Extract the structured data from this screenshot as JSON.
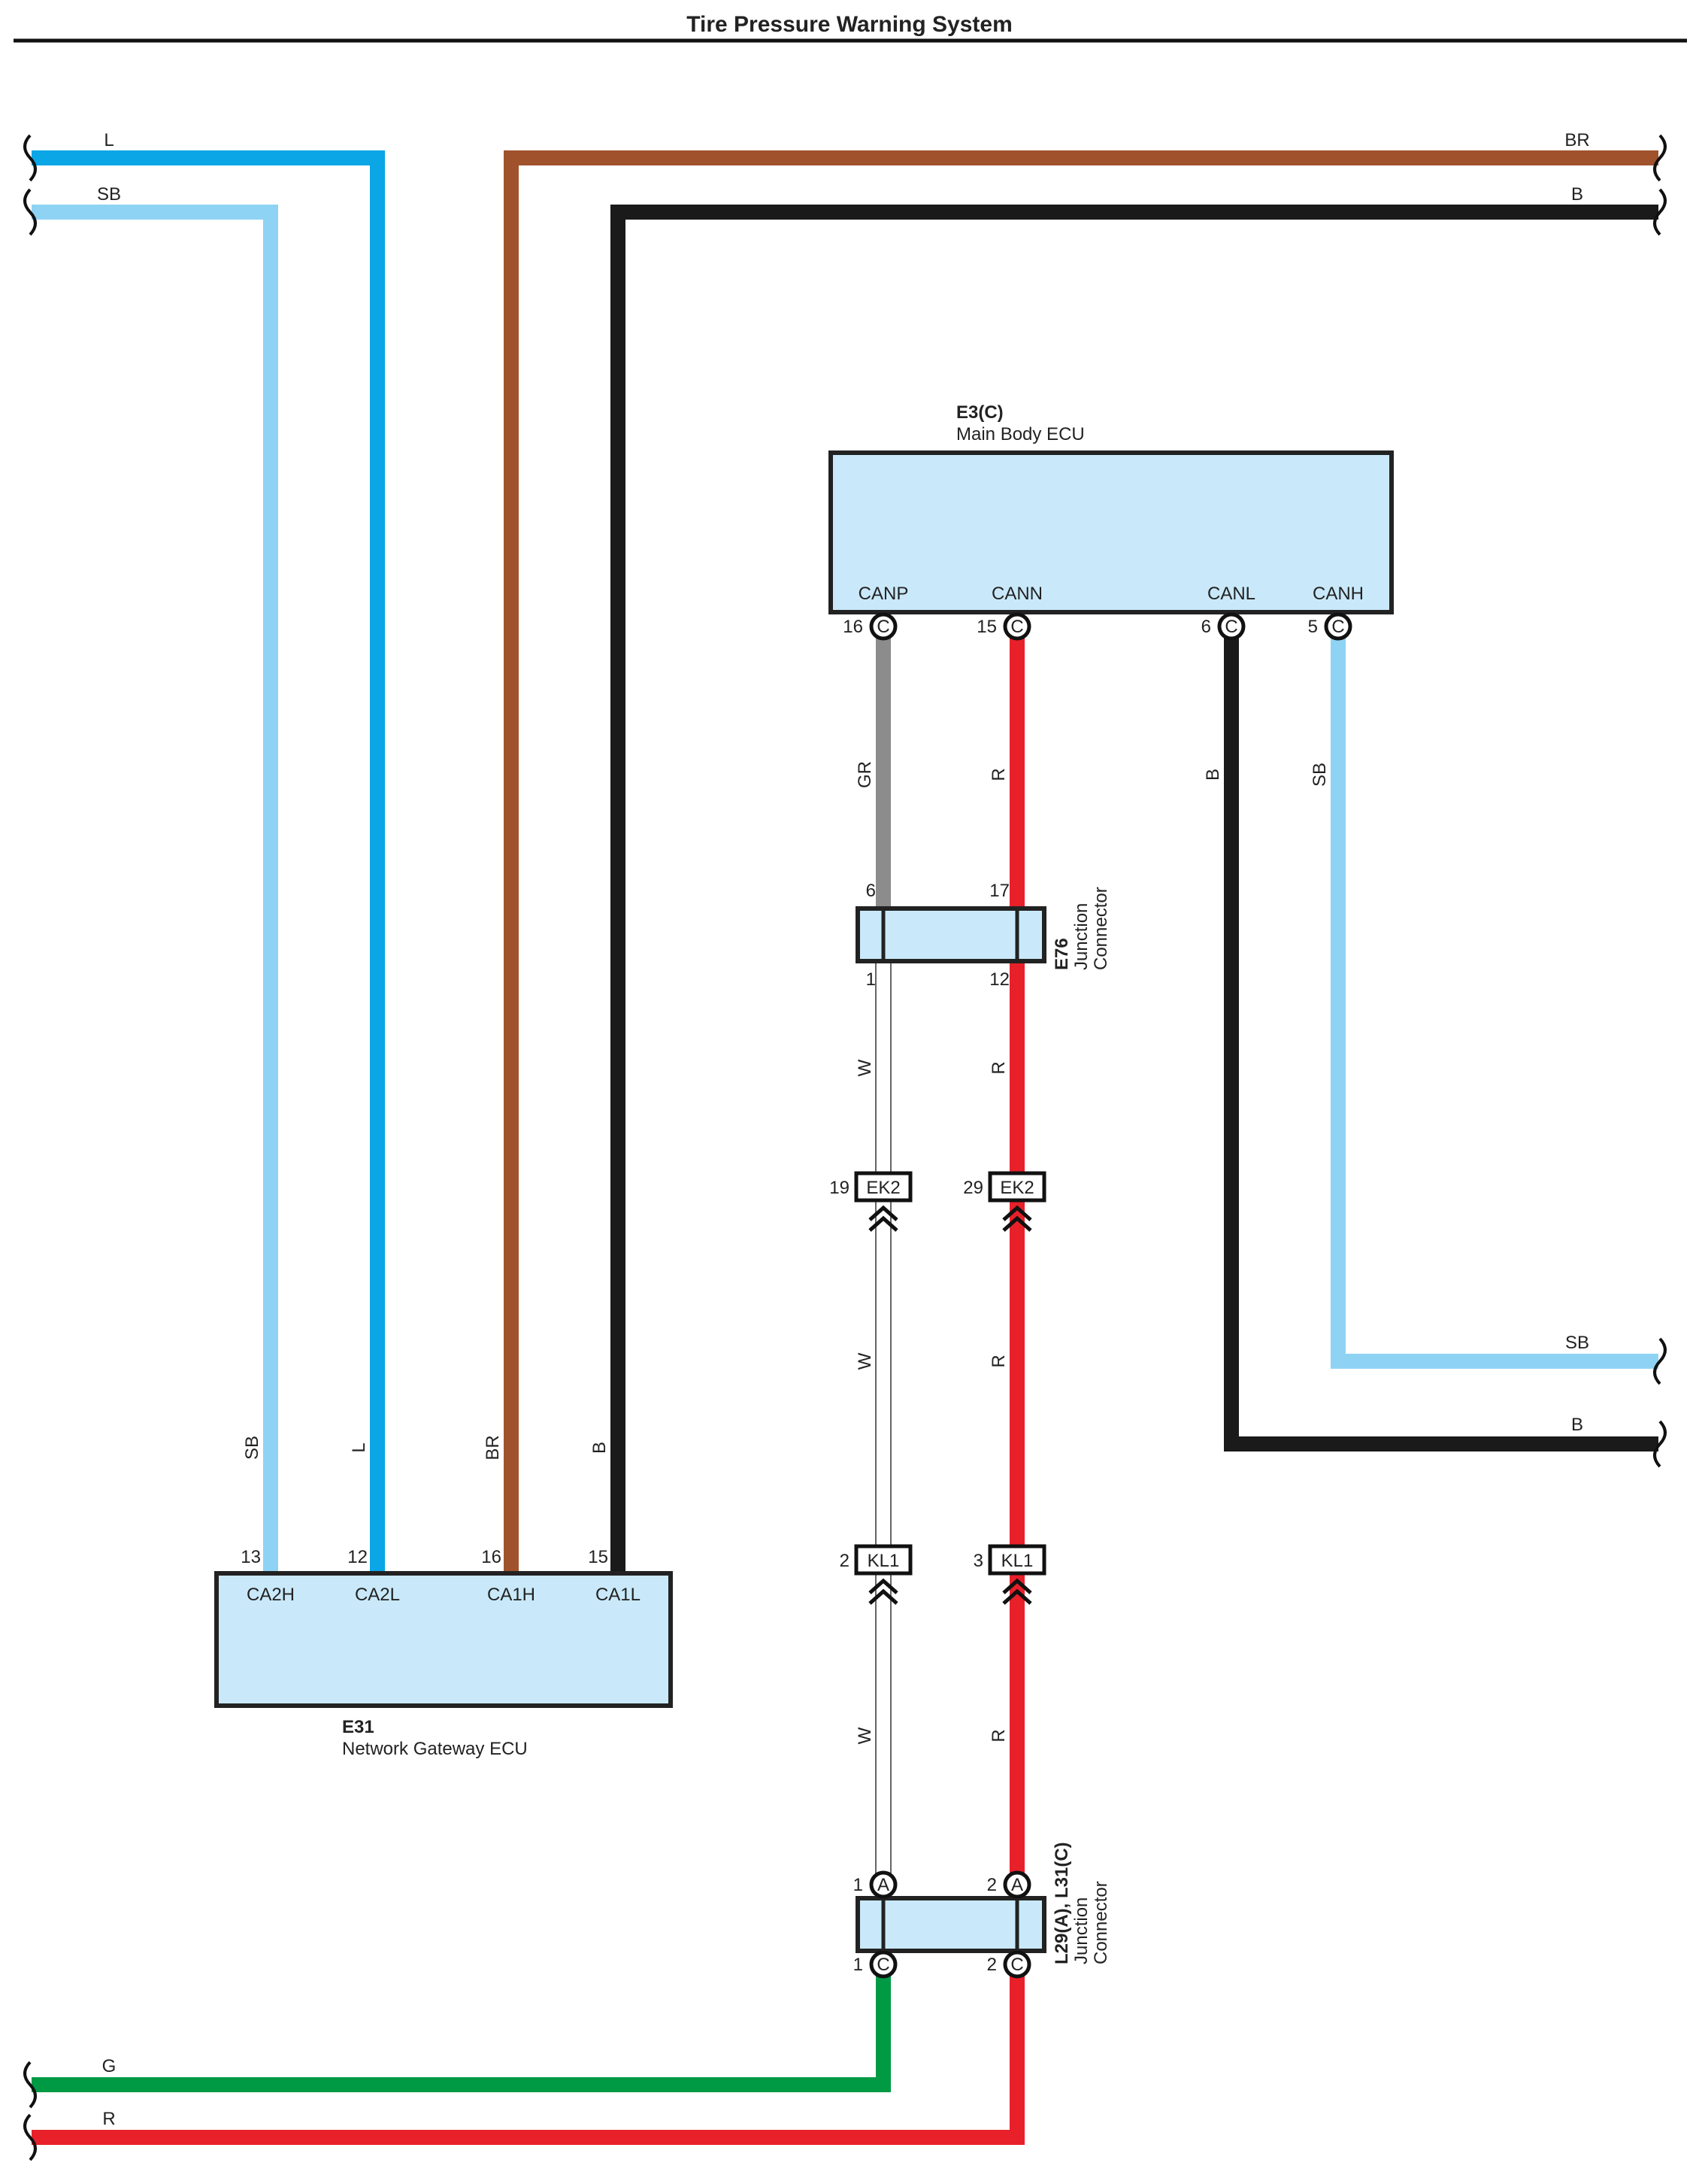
{
  "title": "Tire Pressure Warning System",
  "colors": {
    "L": "#0aa6e6",
    "SB": "#8fd3f4",
    "BR": "#a0522d",
    "B": "#1a1a1a",
    "GR": "#8c8c8c",
    "R": "#e8202a",
    "W": "#ffffff",
    "G": "#009a44",
    "component_fill": "#c9e9fa"
  },
  "wire_labels": {
    "L": "L",
    "SB": "SB",
    "BR": "BR",
    "B": "B",
    "GR": "GR",
    "R": "R",
    "W": "W",
    "G": "G"
  },
  "main_body_ecu": {
    "ref": "E3(C)",
    "name": "Main Body ECU",
    "pins": [
      {
        "name": "CANP",
        "num": "16",
        "conn": "C"
      },
      {
        "name": "CANN",
        "num": "15",
        "conn": "C"
      },
      {
        "name": "CANL",
        "num": "6",
        "conn": "C"
      },
      {
        "name": "CANH",
        "num": "5",
        "conn": "C"
      }
    ]
  },
  "gateway_ecu": {
    "ref": "E31",
    "name": "Network Gateway ECU",
    "pins": [
      {
        "name": "CA2H",
        "num": "13"
      },
      {
        "name": "CA2L",
        "num": "12"
      },
      {
        "name": "CA1H",
        "num": "16"
      },
      {
        "name": "CA1L",
        "num": "15"
      }
    ]
  },
  "e76": {
    "ref": "E76",
    "name_line1": "Junction",
    "name_line2": "Connector",
    "top_left": "6",
    "top_right": "17",
    "bottom_left": "1",
    "bottom_right": "12"
  },
  "ek2": {
    "label": "EK2",
    "left_num": "19",
    "right_num": "29"
  },
  "kl1": {
    "label": "KL1",
    "left_num": "2",
    "right_num": "3"
  },
  "l29": {
    "ref": "L29(A), L31(C)",
    "name_line1": "Junction",
    "name_line2": "Connector",
    "top_left_num": "1",
    "top_left_conn": "A",
    "top_right_num": "2",
    "top_right_conn": "A",
    "bottom_left_num": "1",
    "bottom_left_conn": "C",
    "bottom_right_num": "2",
    "bottom_right_conn": "C"
  }
}
